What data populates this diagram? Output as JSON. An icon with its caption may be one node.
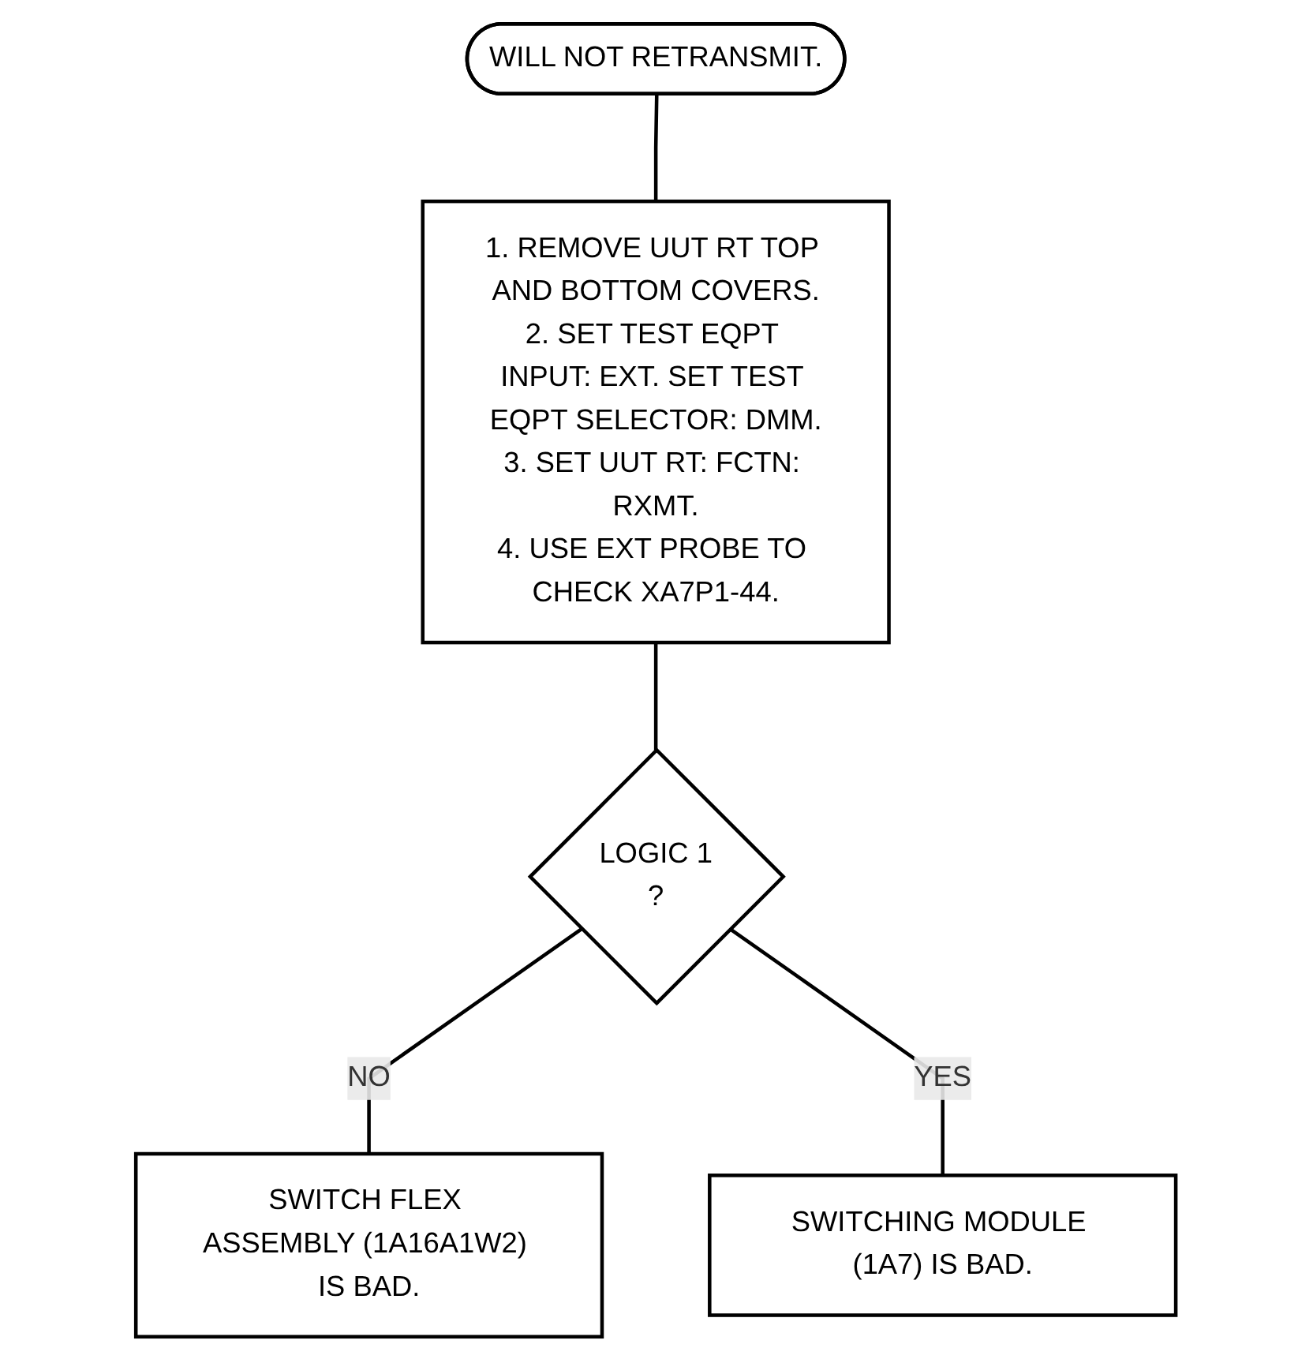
{
  "diagram": {
    "nodes": [
      {
        "text": [
          "WILL NOT RETRANSMIT."
        ]
      },
      {
        "text": [
          "1. REMOVE UUT RT TOP AND BOTTOM COVERS.",
          "2. SET TEST EQPT INPUT: EXT. SET TEST EQPT SELECTOR: DMM.",
          "3. SET UUT RT: FCTN: RXMT.",
          "4. USE EXT PROBE TO CHECK XA7P1-44."
        ]
      },
      {
        "text": [
          "LOGIC 1",
          "?"
        ]
      },
      {
        "text": [
          "SWITCH FLEX ASSEMBLY (1A16A1W2) IS BAD."
        ]
      },
      {
        "text": [
          "SWITCHING MODULE (1A7) IS BAD."
        ]
      }
    ],
    "edges": [
      {
        "from": 0,
        "to": 1,
        "arrow": "none"
      },
      {
        "from": 1,
        "to": 2,
        "arrow": "none"
      },
      {
        "from": 2,
        "to": 3,
        "arrow": "none",
        "label": "NO"
      },
      {
        "from": 2,
        "to": 4,
        "arrow": "none",
        "label": "YES"
      }
    ]
  }
}
